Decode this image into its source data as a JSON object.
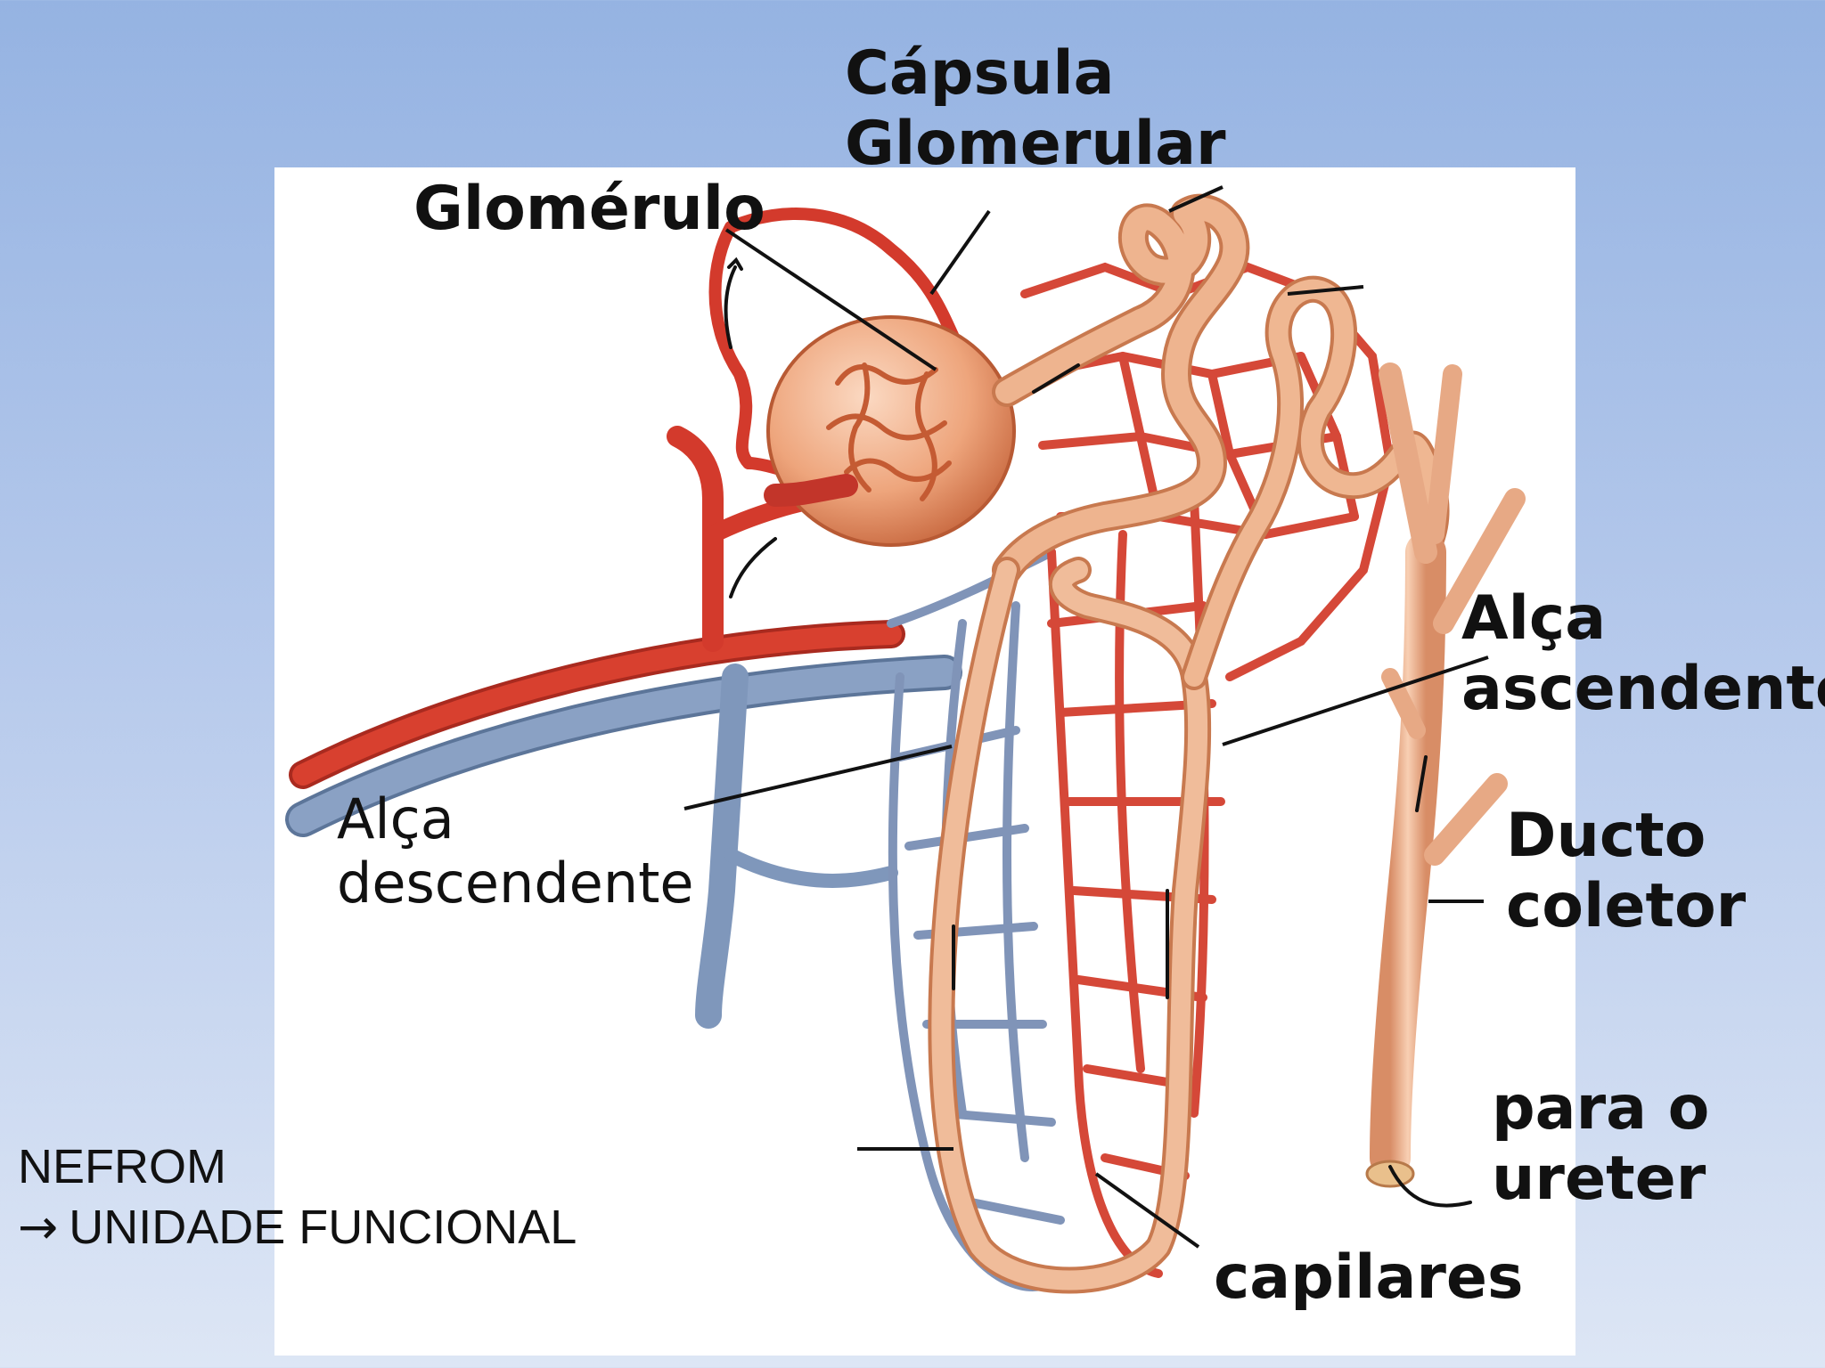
{
  "labels": {
    "capsula_line1": "Cápsula",
    "capsula_line2": "Glomerular",
    "glomerulo": "Glomérulo",
    "alca_ascendente_line1": "Alça",
    "alca_ascendente_line2": "ascendente",
    "alca_descendente_line1": "Alça",
    "alca_descendente_line2": "descendente",
    "ducto_line1": "Ducto",
    "ducto_line2": "coletor",
    "ureter_line1": "para o",
    "ureter_line2": "ureter",
    "capilares": "capilares"
  },
  "footer": {
    "line1": "NEFROM",
    "arrow": "→",
    "line2": "UNIDADE FUNCIONAL"
  },
  "colors": {
    "artery": "#d33a2c",
    "vein": "#7f97bb",
    "tubule": "#e8a882",
    "capsule": "#e6936a",
    "leader": "#111111"
  }
}
